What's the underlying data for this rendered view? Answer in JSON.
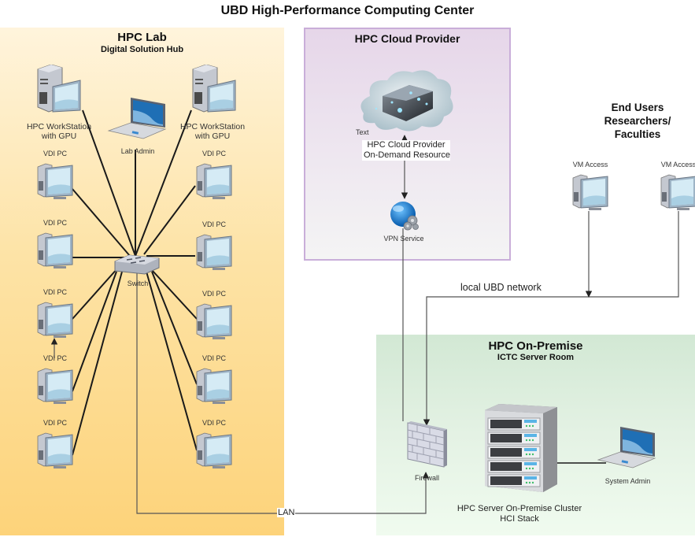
{
  "title": "UBD High-Performance Computing Center",
  "lab": {
    "title": "HPC Lab",
    "subtitle": "Digital Solution Hub",
    "workstation_left": "HPC WorkStation with GPU",
    "workstation_left_l1": "HPC WorkStation",
    "workstation_left_l2": "with GPU",
    "workstation_right_l1": "HPC WorkStation",
    "workstation_right_l2": "with GPU",
    "lab_admin": "Lab Admin",
    "switch": "Switch",
    "vdi_label": "VDI PC",
    "vdi_left": [
      "VDI PC",
      "VDI PC",
      "VDI PC",
      "VDI PC",
      "VDI PC"
    ],
    "vdi_right": [
      "VDI PC",
      "VDI PC",
      "VDI PC",
      "VDI PC",
      "VDI PC"
    ]
  },
  "cloud": {
    "title": "HPC Cloud Provider",
    "text_placeholder": "Text",
    "resource_l1": "HPC Cloud Provider",
    "resource_l2": "On-Demand Resource",
    "vpn": "VPN Service"
  },
  "end_users": {
    "title_l1": "End Users",
    "title_l2": "Researchers/",
    "title_l3": "Faculties",
    "vm_access": [
      "VM Access",
      "VM Access"
    ]
  },
  "network": {
    "local": "local UBD network",
    "lan": "LAN"
  },
  "onprem": {
    "title": "HPC On-Premise",
    "subtitle": "ICTC Server Room",
    "firewall": "Firewall",
    "server_l1": "HPC Server On-Premise Cluster",
    "server_l2": "HCI Stack",
    "sys_admin": "System Admin"
  },
  "colors": {
    "lab_panel": "#fdd37a",
    "cloud_panel": "#e6d6e9",
    "cloud_border": "#c9aed9",
    "onprem_panel": "#d2e8d4",
    "connector": "#1a1a1a",
    "connector_gray": "#777777"
  }
}
